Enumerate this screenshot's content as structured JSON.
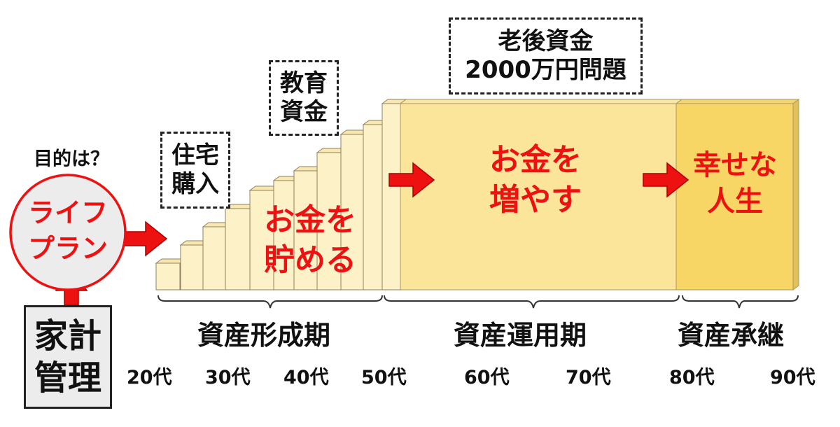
{
  "purpose_label": "目的は？",
  "life_plan": "ライフ\nプラン",
  "household": "家計\n管理",
  "events": {
    "housing": "住宅\n購入",
    "education": "教育\n資金",
    "retirement": "老後資金\n2000万円問題"
  },
  "phase_texts": {
    "save": "お金を\n貯める",
    "grow": "お金を\n増やす",
    "happy": "幸せな\n人生"
  },
  "periods": {
    "formation": "資産形成期",
    "management": "資産運用期",
    "succession": "資産承継"
  },
  "ages": [
    "20代",
    "30代",
    "40代",
    "50代",
    "60代",
    "70代",
    "80代",
    "90代"
  ],
  "colors": {
    "accent_red": "#ee1111",
    "stair_light": "#fdf1c8",
    "grow_fill": "#fbe59a",
    "happy_fill": "#f8d666"
  }
}
